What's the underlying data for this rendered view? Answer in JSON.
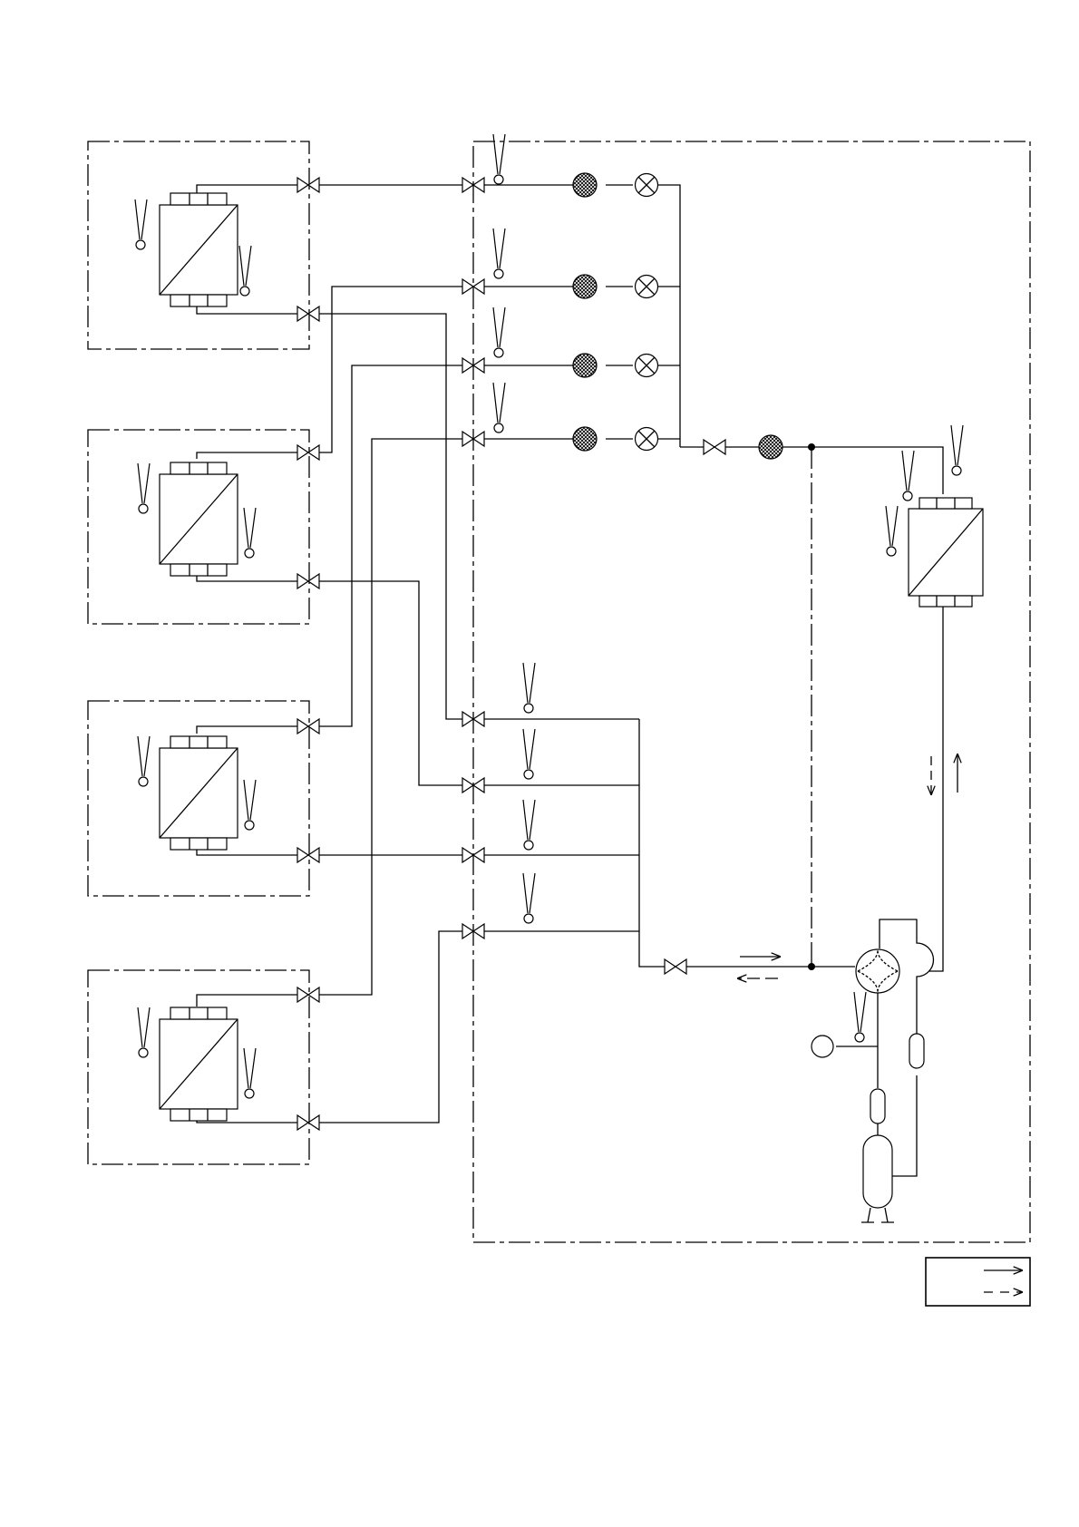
{
  "diagram": {
    "kind": "refrigerant piping schematic (multi-split air conditioner)",
    "indoor_units": 4,
    "outdoor_unit_branches": 4,
    "legend_entries": [
      "solid-arrow",
      "dashed-arrow"
    ]
  },
  "colors": {
    "line": "#000000",
    "background": "#ffffff",
    "strainer_fill": "#888888"
  }
}
